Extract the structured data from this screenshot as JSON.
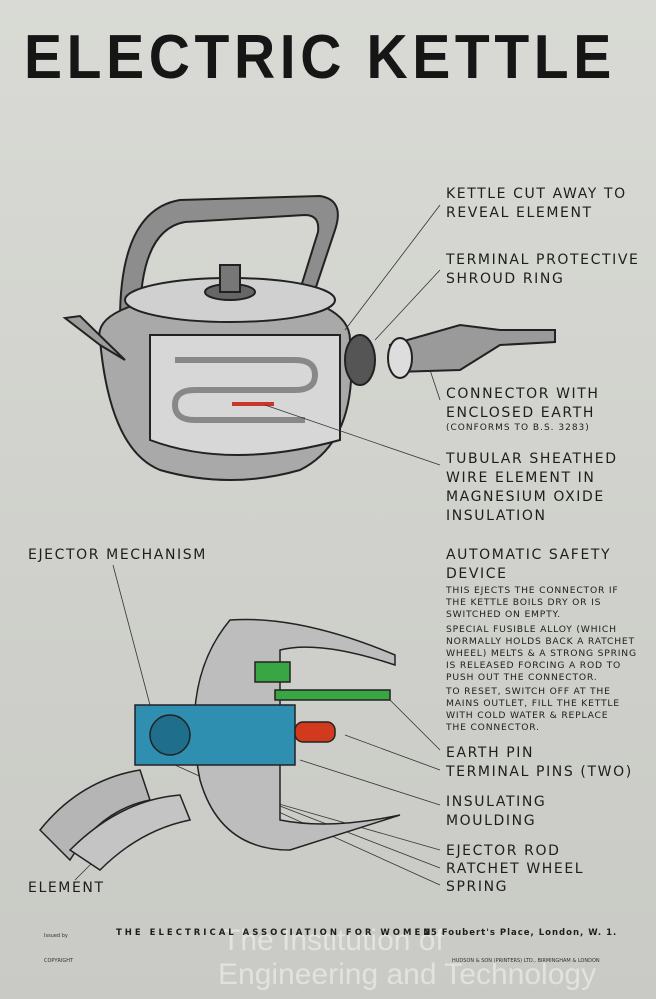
{
  "title": "ELECTRIC KETTLE",
  "labels": {
    "cutaway": "KETTLE CUT AWAY TO\nREVEAL ELEMENT",
    "shroud": "TERMINAL PROTECTIVE\nSHROUD RING",
    "connector": "CONNECTOR WITH\nENCLOSED EARTH",
    "conforms": "(CONFORMS TO B.S. 3283)",
    "element_desc": "TUBULAR SHEATHED\nWIRE ELEMENT IN\nMAGNESIUM OXIDE\nINSULATION",
    "ejector_mechanism": "EJECTOR  MECHANISM",
    "safety_title": "AUTOMATIC SAFETY\nDEVICE",
    "safety_p1": "THIS EJECTS THE CONNECTOR IF\nTHE KETTLE BOILS DRY OR IS\nSWITCHED ON EMPTY.",
    "safety_p2": "SPECIAL FUSIBLE  ALLOY (WHICH\nNORMALLY HOLDS BACK A RATCHET\nWHEEL) MELTS & A STRONG SPRING\nIS RELEASED FORCING A ROD TO\nPUSH OUT THE CONNECTOR.",
    "safety_p3": "TO RESET, SWITCH OFF AT THE\nMAINS OUTLET, FILL THE KETTLE\nWITH COLD WATER & REPLACE\nTHE CONNECTOR.",
    "earth_pin": "EARTH PIN",
    "terminal_pins": "TERMINAL PINS (TWO)",
    "insulating": "INSULATING\nMOULDING",
    "ejector_rod": "EJECTOR   ROD",
    "ratchet": "RATCHET   WHEEL",
    "spring": "SPRING",
    "element": "ELEMENT"
  },
  "footer": {
    "issued_by": "Issued by",
    "publisher": "THE ELECTRICAL ASSOCIATION FOR WOMEN",
    "address": "25 Foubert's Place, London, W. 1.",
    "copyright": "COPYRIGHT",
    "printer": "HUDSON & SON (PRINTERS) LTD., BIRMINGHAM & LONDON"
  },
  "watermark": {
    "line1": "The Institution of",
    "line2": "Engineering and Technology"
  },
  "colors": {
    "mechanism": "#2e8fb0",
    "earth_pin": "#3aa544",
    "terminal_pin": "#d23a1e"
  }
}
